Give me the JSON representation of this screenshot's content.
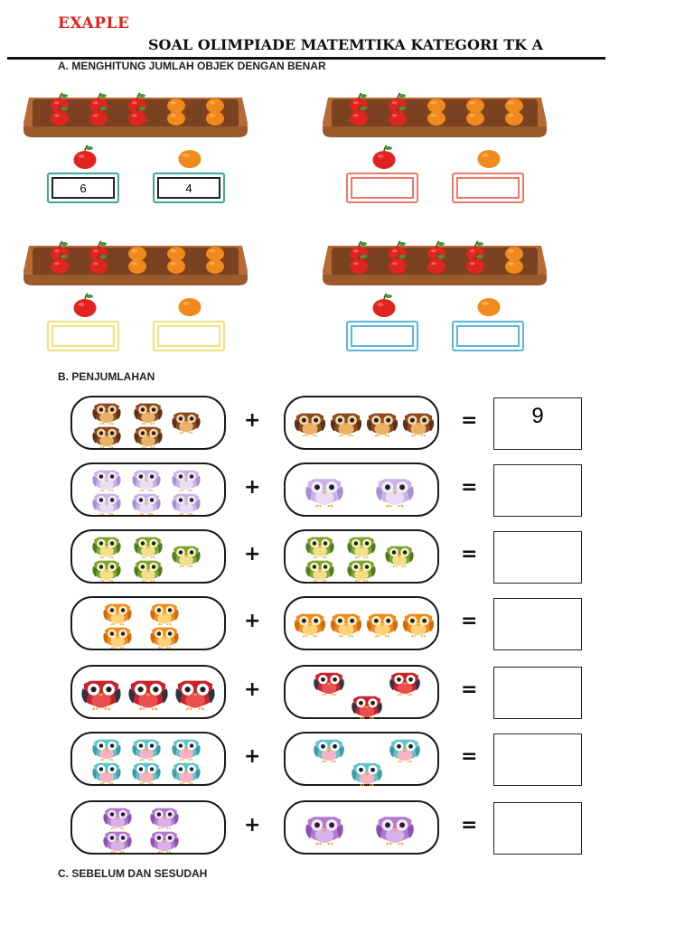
{
  "header": {
    "label": "EXAPLE",
    "title": "SOAL OLIMPIADE MATEMTIKA KATEGORI TK A"
  },
  "section_a": {
    "heading": "A.   MENGHITUNG JUMLAH OBJEK DENGAN BENAR",
    "items": [
      {
        "apples": 6,
        "oranges": 4,
        "apple_answer": "6",
        "orange_answer": "4",
        "box_color": "#3aa99b"
      },
      {
        "apples": 4,
        "oranges": 6,
        "apple_answer": "",
        "orange_answer": "",
        "box_color": "#e9786b"
      },
      {
        "apples": 4,
        "oranges": 6,
        "apple_answer": "",
        "orange_answer": "",
        "box_color": "#f1e27a"
      },
      {
        "apples": 8,
        "oranges": 2,
        "apple_answer": "",
        "orange_answer": "",
        "box_color": "#5ab8d6"
      }
    ]
  },
  "section_b": {
    "heading": "B.   PENJUMLAHAN",
    "plus": "+",
    "equals": "=",
    "rows": [
      {
        "color": "brown",
        "left_count": 5,
        "right_count": 4,
        "answer": "9"
      },
      {
        "color": "lavender",
        "left_count": 6,
        "right_count": 2,
        "answer": ""
      },
      {
        "color": "green",
        "left_count": 5,
        "right_count": 5,
        "answer": ""
      },
      {
        "color": "orange",
        "left_count": 4,
        "right_count": 4,
        "answer": ""
      },
      {
        "color": "red",
        "left_count": 3,
        "right_count": 3,
        "answer": ""
      },
      {
        "color": "teal",
        "left_count": 6,
        "right_count": 3,
        "answer": ""
      },
      {
        "color": "purple",
        "left_count": 4,
        "right_count": 2,
        "answer": ""
      }
    ]
  },
  "section_c": {
    "heading": "C.   SEBELUM DAN SESUDAH"
  },
  "colors": {
    "apple": "#e0241f",
    "orange": "#f08a1c",
    "tray": "#b86a35"
  }
}
